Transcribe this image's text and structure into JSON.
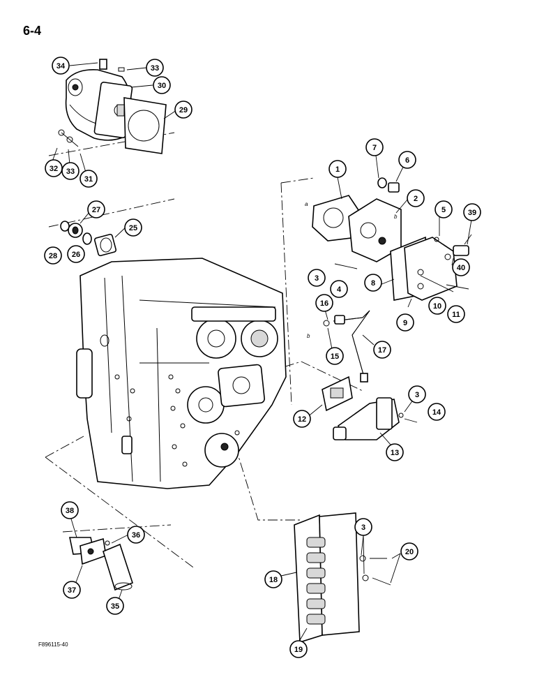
{
  "page_number": "6-4",
  "figure_code": "F896115-40",
  "callouts": [
    "1",
    "2",
    "3",
    "4",
    "5",
    "6",
    "7",
    "8",
    "9",
    "10",
    "11",
    "12",
    "13",
    "14",
    "15",
    "16",
    "17",
    "18",
    "19",
    "20",
    "25",
    "26",
    "27",
    "28",
    "29",
    "30",
    "31",
    "32",
    "33",
    "34",
    "35",
    "36",
    "37",
    "38",
    "39",
    "40"
  ],
  "connector_letters": [
    "a",
    "b"
  ]
}
